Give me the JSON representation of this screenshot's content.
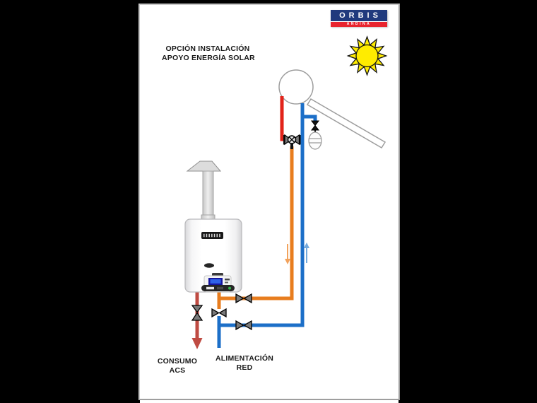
{
  "document": {
    "title_line1": "OPCIÓN INSTALACIÓN",
    "title_line2": "APOYO ENERGÍA SOLAR"
  },
  "logo": {
    "brand": "ORBIS",
    "subbrand": "ANDINA"
  },
  "labels": {
    "consumo_acs_line1": "CONSUMO",
    "consumo_acs_line2": "ACS",
    "alimentacion_line1": "ALIMENTACIÓN",
    "alimentacion_line2": "RED"
  },
  "colors": {
    "solar_hot_red": "#e2231a",
    "preheated_orange": "#e87d1e",
    "cold_blue": "#1c6fc8",
    "acs_dark_red": "#bf4b42",
    "flow_arrow_orange": "#f2a25c",
    "flow_arrow_blue": "#74a9dc",
    "sun_yellow": "#ffec00",
    "logo_blue": "#203a7d",
    "logo_red": "#e8242e"
  },
  "icons": {
    "sun": "sun-icon",
    "solar_collector": "solar-collector-panel",
    "solar_tank": "solar-tank",
    "water_heater": "water-heater",
    "mixing_valve": "mixing-valve-icon",
    "shutoff_valve": "shutoff-valve-icon",
    "expansion_vessel": "expansion-vessel-icon",
    "flow_up": "flow-arrow-up-icon",
    "flow_down": "flow-arrow-down-icon"
  }
}
